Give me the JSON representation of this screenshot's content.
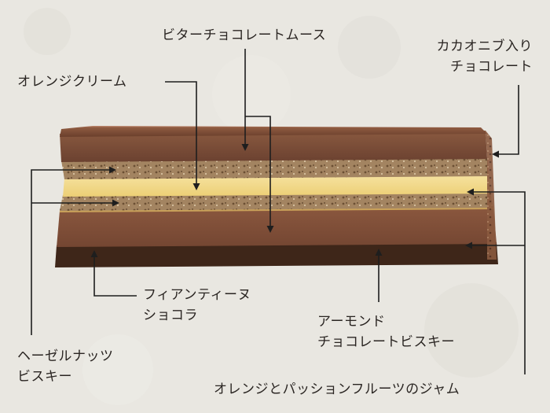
{
  "labels": {
    "bitter_mousse": "ビターチョコレートムース",
    "cacao_nib_line1": "カカオニブ入り",
    "cacao_nib_line2": "チョコレート",
    "orange_cream": "オレンジクリーム",
    "feuilletine_line1": "フィアンティーヌ",
    "feuilletine_line2": "ショコラ",
    "almond_line1": "アーモンド",
    "almond_line2": "チョコレートビスキー",
    "hazelnut_line1": "ヘーゼルナッツ",
    "hazelnut_line2": "ビスキー",
    "jam": "オレンジとパッションフルーツのジャム"
  },
  "colors": {
    "background": "#e9e7e1",
    "chocolate_glaze": "#7a4b34",
    "mousse": "#6e4330",
    "nut_biscuit": "#a58662",
    "orange_cream": "#f3d889",
    "chocolate_mousse_bottom": "#7e4d37",
    "biscuit_base": "#3e2619",
    "arrow": "#1e1e1e"
  }
}
